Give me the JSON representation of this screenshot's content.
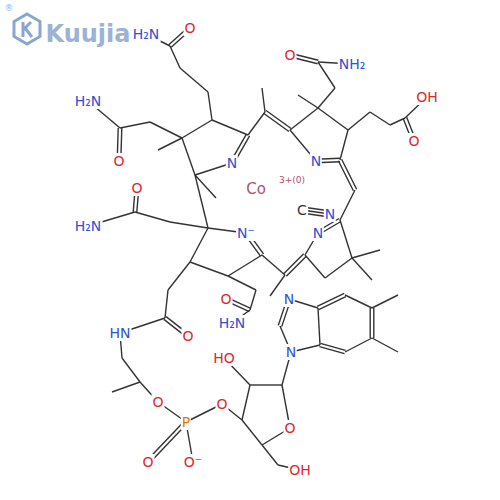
{
  "diagram": {
    "labels": [
      "®",
      "Kuujia",
      "H₂N",
      "O",
      "O",
      "NH₂",
      "OH",
      "O",
      "H₂N",
      "O",
      "N",
      "N",
      "Co",
      "3+(0)",
      "C",
      "N",
      "O",
      "H₂N",
      "N⁻",
      "N",
      "O",
      "N",
      "H₂N",
      "HN",
      "O",
      "N",
      "HO",
      "O",
      "O",
      "P",
      "O",
      "O",
      "O⁻",
      "OH"
    ]
  }
}
